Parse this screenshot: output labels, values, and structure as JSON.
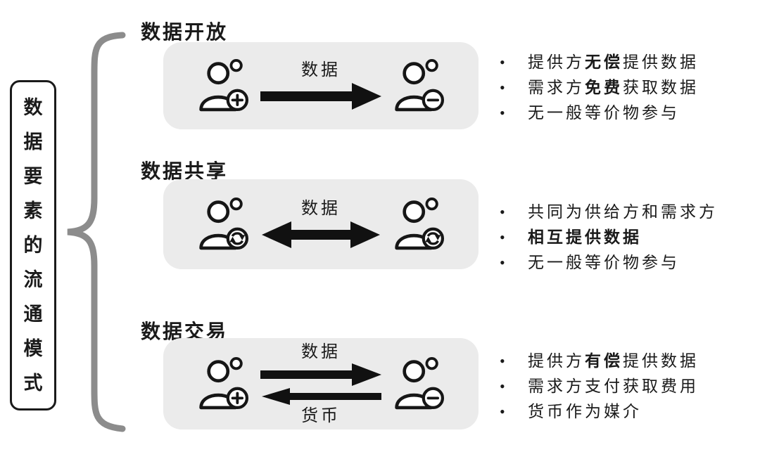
{
  "left_panel": {
    "label": "数据要素的流通模式"
  },
  "colors": {
    "box_bg": "#ebebeb",
    "brace": "#8c8c8c",
    "arrow": "#111111",
    "text": "#1a1a1a"
  },
  "icons": {
    "provider": "person-plus-icon",
    "receiver": "person-minus-icon",
    "mutual": "person-refresh-icon"
  },
  "sections": [
    {
      "title": "数据开放",
      "arrow": {
        "type": "right",
        "label_top": "数据"
      },
      "bullets": [
        {
          "segments": [
            {
              "text": "提供方",
              "bold": false
            },
            {
              "text": "无偿",
              "bold": true
            },
            {
              "text": "提供数据",
              "bold": false
            }
          ]
        },
        {
          "segments": [
            {
              "text": "需求方",
              "bold": false
            },
            {
              "text": "免费",
              "bold": true
            },
            {
              "text": "获取数据",
              "bold": false
            }
          ]
        },
        {
          "segments": [
            {
              "text": "无一般等价物参与",
              "bold": false
            }
          ]
        }
      ]
    },
    {
      "title": "数据共享",
      "arrow": {
        "type": "double",
        "label_top": "数据"
      },
      "bullets": [
        {
          "segments": [
            {
              "text": "共同为供给方和需求方",
              "bold": false
            }
          ]
        },
        {
          "segments": [
            {
              "text": "相互提供数据",
              "bold": true
            }
          ]
        },
        {
          "segments": [
            {
              "text": "无一般等价物参与",
              "bold": false
            }
          ]
        }
      ]
    },
    {
      "title": "数据交易",
      "arrow": {
        "type": "exchange",
        "label_top": "数据",
        "label_bottom": "货币"
      },
      "bullets": [
        {
          "segments": [
            {
              "text": "提供方",
              "bold": false
            },
            {
              "text": "有偿",
              "bold": true
            },
            {
              "text": "提供数据",
              "bold": false
            }
          ]
        },
        {
          "segments": [
            {
              "text": "需求方支付获取费用",
              "bold": false
            }
          ]
        },
        {
          "segments": [
            {
              "text": "货币作为媒介",
              "bold": false
            }
          ]
        }
      ]
    }
  ]
}
